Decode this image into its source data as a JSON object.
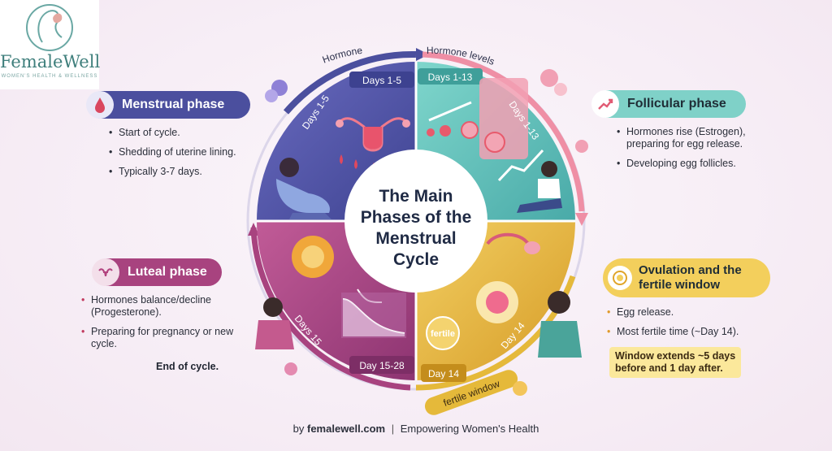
{
  "logo": {
    "name": "FemaleWell",
    "tagline": "WOMEN'S HEALTH & WELLNESS"
  },
  "center_title": [
    "The Main",
    "Phases of the",
    "Menstrual",
    "Cycle"
  ],
  "ring_labels": {
    "top_left": "Hormone",
    "top_right": "Hormone levels",
    "bottom": "fertile window"
  },
  "wheel_labels": {
    "menstrual_tab": "Days 1-5",
    "menstrual_diag": "Days 1-5",
    "follicular_tab": "Days 1-13",
    "follicular_diag": "Days 1-13",
    "ovulation_diag": "Day 14",
    "ovulation_tab": "Day 14",
    "fertile_badge": "fertile",
    "luteal_diag": "Days 15",
    "luteal_tab": "Day 15-28"
  },
  "phases": {
    "menstrual": {
      "title": "Menstrual phase",
      "points": [
        "Start of cycle.",
        "Shedding of uterine lining.",
        "Typically 3-7 days."
      ]
    },
    "follicular": {
      "title": "Follicular phase",
      "points": [
        "Hormones rise (Estrogen), preparing for egg release.",
        "Developing egg follicles."
      ]
    },
    "luteal": {
      "title": "Luteal phase",
      "points": [
        "Hormones balance/decline (Progesterone).",
        "Preparing for pregnancy or new cycle."
      ],
      "note": "End of cycle."
    },
    "ovulation": {
      "title_line1": "Ovulation and the",
      "title_line2": "fertile window",
      "points": [
        "Egg release.",
        "Most fertile time (~Day 14)."
      ],
      "highlight_line1": "Window extends ~5 days",
      "highlight_line2": "before and 1 day after."
    }
  },
  "footer": {
    "by": "by",
    "site": "femalewell.com",
    "separator": "|",
    "slogan": "Empowering Women's Health"
  },
  "colors": {
    "menstrual": "#4b4f9e",
    "follicular": "#5cc2b8",
    "ovulation": "#e5b93a",
    "luteal": "#a8437f",
    "accent_pink": "#ef8fa5"
  },
  "icons": [
    "blood-drop-icon",
    "trend-up-icon",
    "sun-egg-icon",
    "uterus-icon"
  ]
}
